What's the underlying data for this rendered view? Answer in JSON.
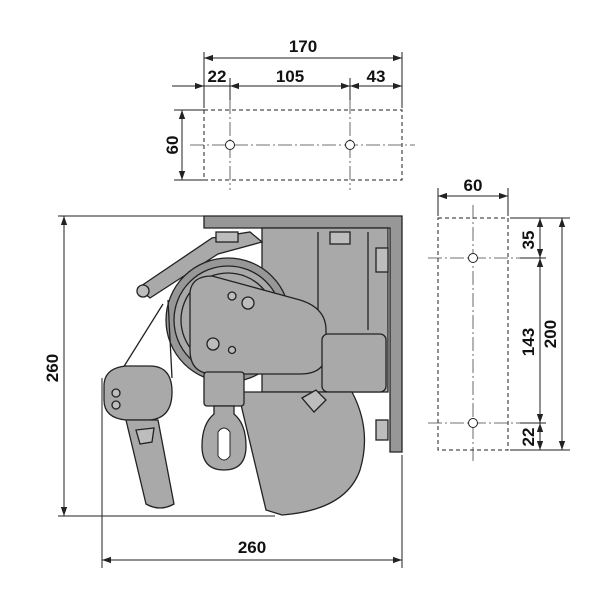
{
  "dimensions": {
    "top_total": "170",
    "top_left": "22",
    "top_middle": "105",
    "top_right": "43",
    "top_height": "60",
    "right_width": "60",
    "right_top": "35",
    "right_middle": "143",
    "right_bottom": "22",
    "right_total": "200",
    "main_height": "260",
    "main_width": "260"
  },
  "colors": {
    "body": "#a9a9a9",
    "line": "#222222",
    "background": "#ffffff"
  }
}
